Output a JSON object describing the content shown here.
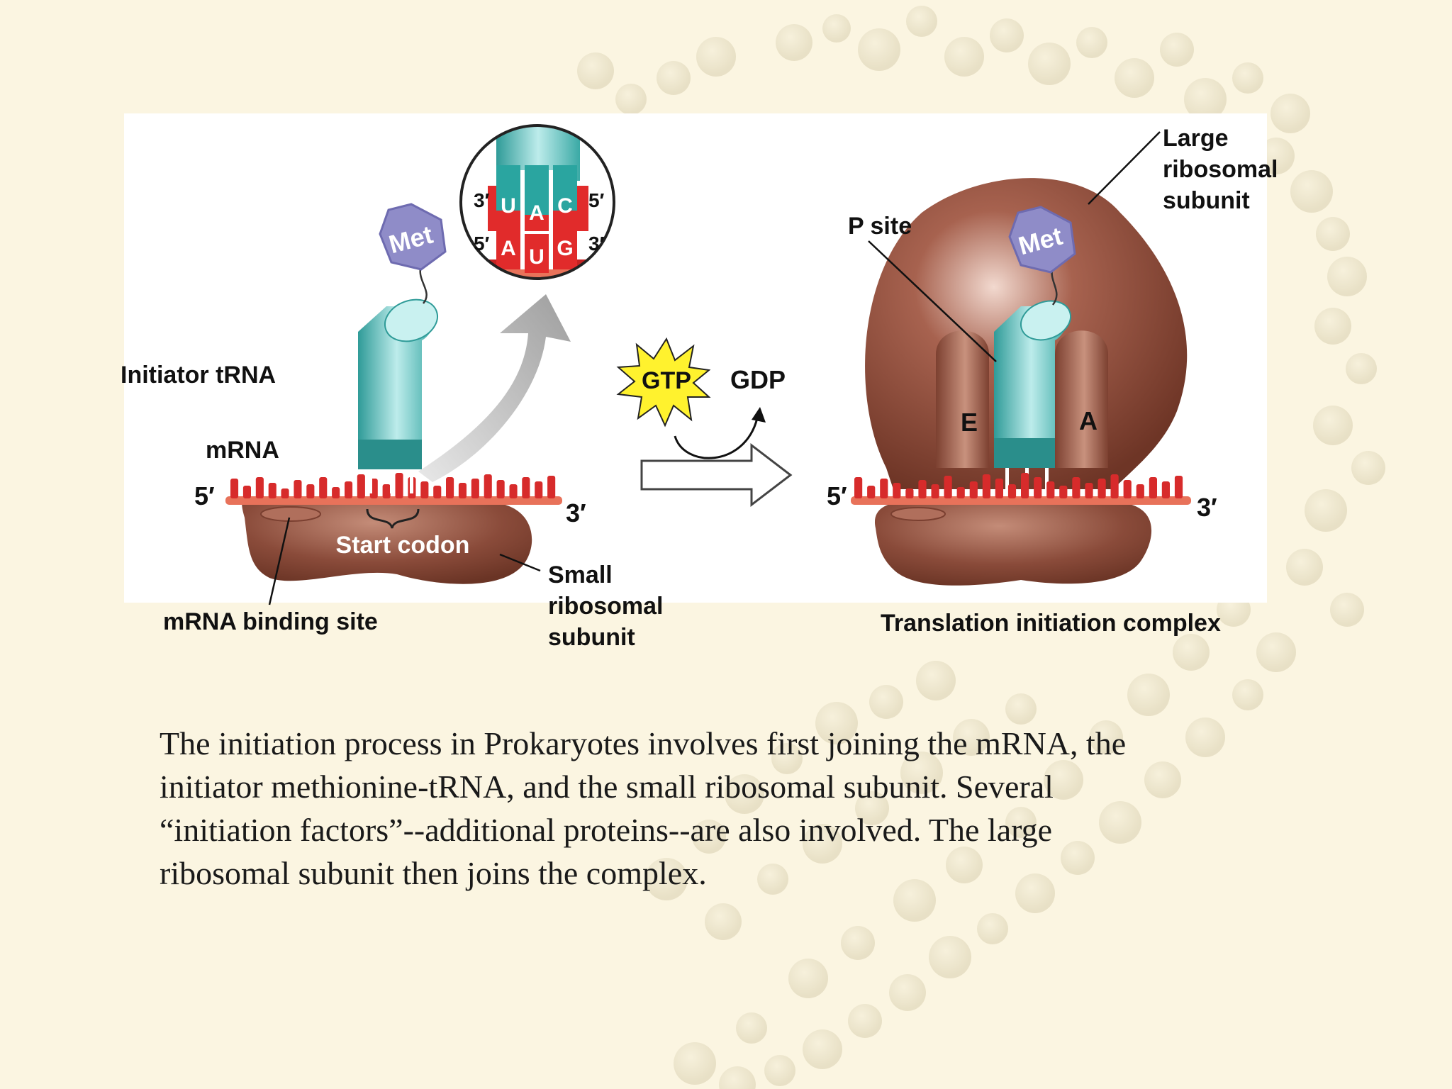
{
  "left": {
    "initiator_trna": "Initiator tRNA",
    "mrna": "mRNA",
    "five_prime": "5′",
    "three_prime": "3′",
    "start_codon": "Start codon",
    "mrna_binding_site": "mRNA binding site",
    "small_subunit": [
      "Small",
      "ribosomal",
      "subunit"
    ],
    "met": "Met"
  },
  "inset": {
    "anticodon_row": {
      "left_end": "3′",
      "bases": [
        "U",
        "A",
        "C"
      ],
      "right_end": "5′"
    },
    "codon_row": {
      "left_end": "5′",
      "bases": [
        "A",
        "U",
        "G"
      ],
      "right_end": "3′"
    }
  },
  "middle": {
    "gtp": "GTP",
    "gdp": "GDP"
  },
  "right": {
    "large_subunit": [
      "Large",
      "ribosomal",
      "subunit"
    ],
    "p_site": "P site",
    "met": "Met",
    "e_site": "E",
    "a_site": "A",
    "five_prime": "5′",
    "three_prime": "3′",
    "complex_label": "Translation initiation complex"
  },
  "body_lines": [
    "The initiation process in Prokaryotes involves first joining the mRNA, the",
    "initiator methionine-tRNA, and the small ribosomal subunit.  Several",
    "“initiation factors”--additional proteins--are also involved. The large",
    "ribosomal subunit then joins the complex."
  ],
  "colors": {
    "background": "#fbf5e1",
    "ribosome": "#8a4b3a",
    "trna": "#4fb8b4",
    "mrna": "#d72b2b",
    "met": "#8f8cc8",
    "gtp": "#fff22e"
  }
}
